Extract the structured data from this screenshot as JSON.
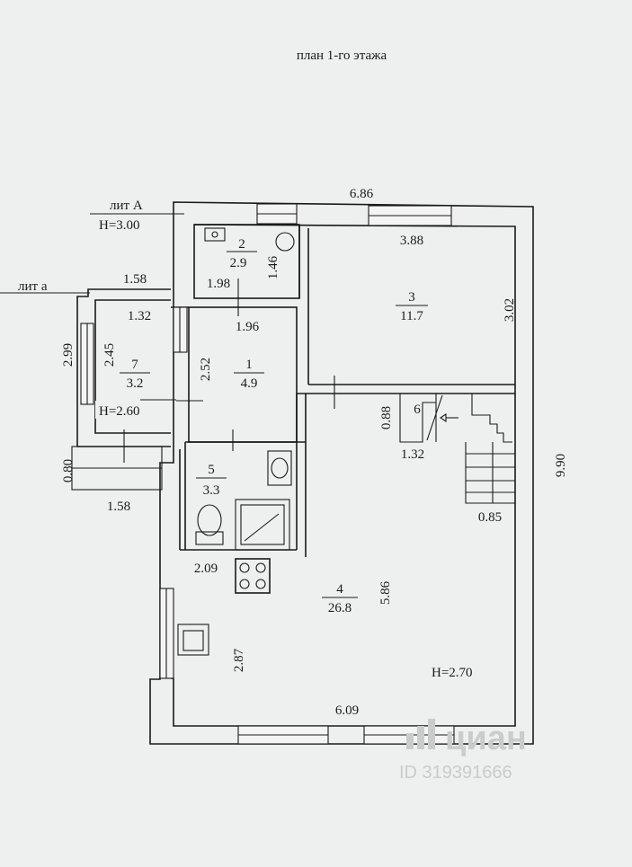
{
  "title": "план 1-го этажа",
  "lit_a_main": "лит А",
  "lit_a_main_height": "H=3.00",
  "lit_a_annex": "лит а",
  "dims": {
    "top_total": "6.86",
    "right_total": "9.90",
    "annex_top": "1.58",
    "annex_bottom": "1.58",
    "annex_height": "2.99",
    "porch_depth": "0.80",
    "r2_width": "1.98",
    "r2_height": "1.46",
    "r1_width": "1.96",
    "r1_height": "2.52",
    "r3_width": "3.88",
    "r3_height": "3.02",
    "r7_width": "1.32",
    "r7_height": "2.45",
    "r6_width": "1.32",
    "r6_height": "0.88",
    "stair_width": "0.85",
    "r5_width": "2.09",
    "r4_height": "5.86",
    "r4_width": "6.09",
    "r4_left_height": "2.87"
  },
  "rooms": {
    "r1": {
      "num": "1",
      "area": "4.9"
    },
    "r2": {
      "num": "2",
      "area": "2.9"
    },
    "r3": {
      "num": "3",
      "area": "11.7"
    },
    "r4": {
      "num": "4",
      "area": "26.8"
    },
    "r5": {
      "num": "5",
      "area": "3.3"
    },
    "r6": {
      "num": "6"
    },
    "r7": {
      "num": "7",
      "area": "3.2"
    }
  },
  "heights": {
    "annex": "H=2.60",
    "main_floor": "H=2.70"
  },
  "watermark": {
    "brand": "циан",
    "id": "ID 319391666"
  }
}
